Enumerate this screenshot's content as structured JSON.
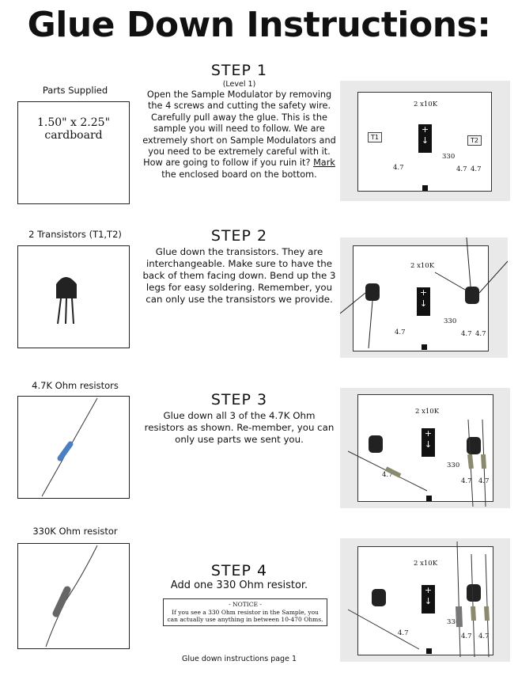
{
  "title": "Glue Down Instructions:",
  "parts": [
    {
      "label": "Parts Supplied",
      "box_text": [
        "1.50\" x 2.25\"",
        "cardboard"
      ]
    },
    {
      "label": "2 Transistors  (T1,T2)"
    },
    {
      "label": "4.7K Ohm resistors"
    },
    {
      "label": "330K Ohm resistor"
    }
  ],
  "steps": [
    {
      "title": "STEP 1",
      "subtitle": "(Level 1)",
      "text": "Open the Sample Modulator by removing the 4 screws and cutting the safety wire. Carefully pull away the glue. This is the sample you will need to follow.  We are extremely short on Sample Modulators and you need to be extremely careful with it. How are going to follow if you ruin it? ",
      "underlined": "Mark",
      "text_end": " the enclosed board on the bottom."
    },
    {
      "title": "STEP 2",
      "text": "Glue down the transistors. They are interchangeable.  Make sure to have the back of them facing down.  Bend up the 3 legs for easy soldering.  Remember, you can only use the transistors we provide."
    },
    {
      "title": "STEP 3",
      "text": "Glue down all 3 of the 4.7K Ohm resistors as shown.  Re-member, you can only use parts we sent you."
    },
    {
      "title": "STEP 4",
      "text": "Add one 330 Ohm resistor.",
      "notice_title": "- NOTICE -",
      "notice_text": "If you see a 330 Ohm resistor in the Sample, you can actually use anything in between 10-470 Ohms."
    }
  ],
  "board": {
    "r10k": "2 x10K",
    "r330": "330",
    "r47": "4.7",
    "t1": "T1",
    "t2": "T2",
    "plus": "+",
    "arrow": "↓"
  },
  "footer": "Glue down instructions page 1"
}
